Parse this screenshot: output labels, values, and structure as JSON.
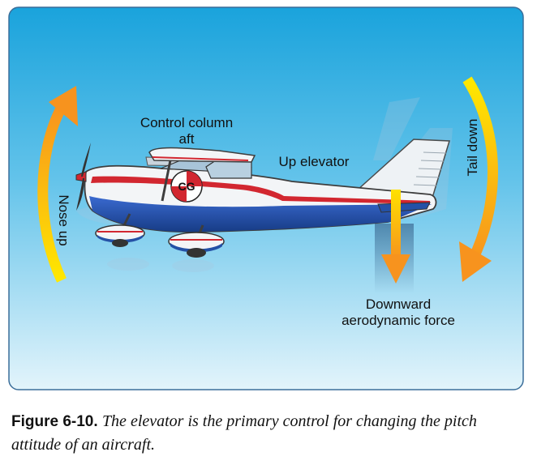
{
  "labels": {
    "control_column": "Control column\naft",
    "up_elevator": "Up elevator",
    "cg": "CG",
    "nose_up": "Nose up",
    "tail_down": "Tail down",
    "downward_force": "Downward\naerodynamic force"
  },
  "caption": {
    "figure_number": "Figure 6-10.",
    "text": "The elevator is the primary control for changing the pitch attitude of an aircraft."
  },
  "colors": {
    "sky_top": "#1da6dd",
    "sky_bottom": "#d8f0fa",
    "fuselage_white": "#f4f6f8",
    "fuselage_blue": "#2451a6",
    "stripe_red": "#d22730",
    "arrow_orange": "#f7941d",
    "arrow_yellow": "#ffe600"
  }
}
